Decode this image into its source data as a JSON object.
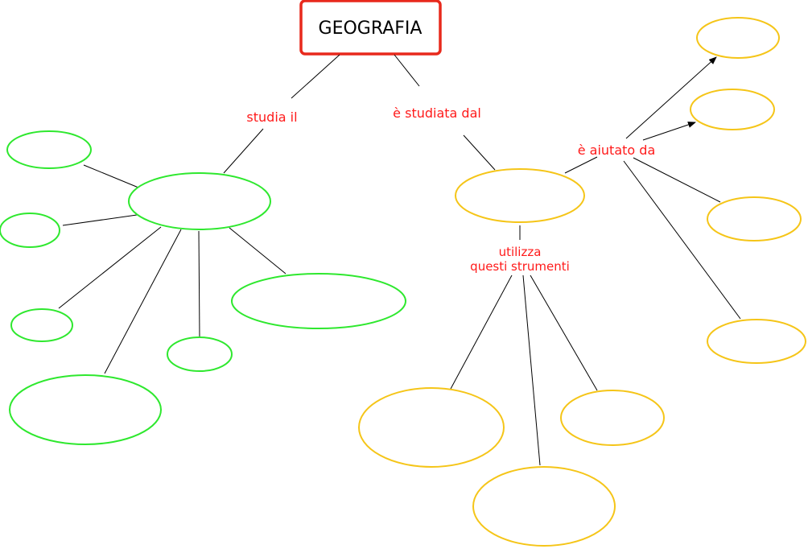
{
  "title": "GEOGRAFIA",
  "links": {
    "studies": "studia il",
    "studied_by": "è studiata dal",
    "uses_1": "utilizza",
    "uses_2": "questi strumenti",
    "helped_by": "è aiutato da"
  },
  "colors": {
    "title_border": "#e8291c",
    "label": "#ff1a1a",
    "green": "#2ee82e",
    "orange": "#f5c518"
  }
}
